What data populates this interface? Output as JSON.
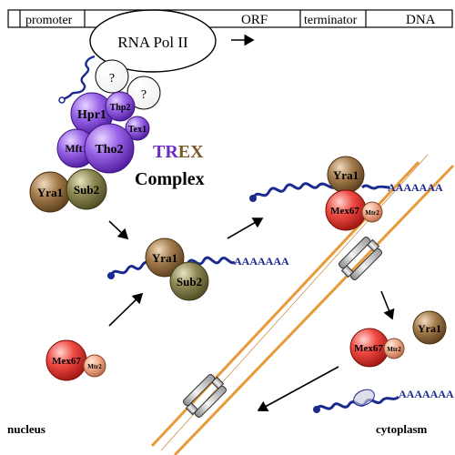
{
  "gene_bar": {
    "promoter": "promoter",
    "orf": "ORF",
    "terminator": "terminator",
    "dna": "DNA"
  },
  "polymerase": {
    "label": "RNA Pol II"
  },
  "trex": {
    "unknown_1": "?",
    "unknown_2": "?",
    "hpr1": "Hpr1",
    "thp2": "Thp2",
    "tex1": "Tex1",
    "mft1": "Mft1",
    "tho2": "Tho2",
    "yra1": "Yra1",
    "sub2": "Sub2",
    "title_tr": "TR",
    "title_ex": "EX",
    "subtitle": "Complex"
  },
  "center_mrnp": {
    "yra1": "Yra1",
    "sub2": "Sub2",
    "poly_a": "AAAAAAA"
  },
  "top_right_mrnp": {
    "yra1": "Yra1",
    "mex67": "Mex67",
    "mtr2": "Mtr2",
    "poly_a": "AAAAAAA"
  },
  "nucleus_mex": {
    "mex67": "Mex67",
    "mtr2": "Mtr2"
  },
  "released": {
    "mex67": "Mex67",
    "mtr2": "Mtr2",
    "yra1": "Yra1"
  },
  "cyto_mrna": {
    "poly_a": "AAAAAAA"
  },
  "compartments": {
    "nucleus": "nucleus",
    "cytoplasm": "cytoplasm"
  },
  "colors": {
    "trex_purple": "#6a2bbf",
    "trex_brown": "#7a5a2a",
    "yra1_brown": "#8b6a40",
    "sub2_olive": "#7d7a45",
    "mex67_red": "#e0403a",
    "mtr2_salmon": "#e9a07c",
    "rna_blue": "#1b2a8f",
    "membrane_orange": "#e89a3a"
  }
}
